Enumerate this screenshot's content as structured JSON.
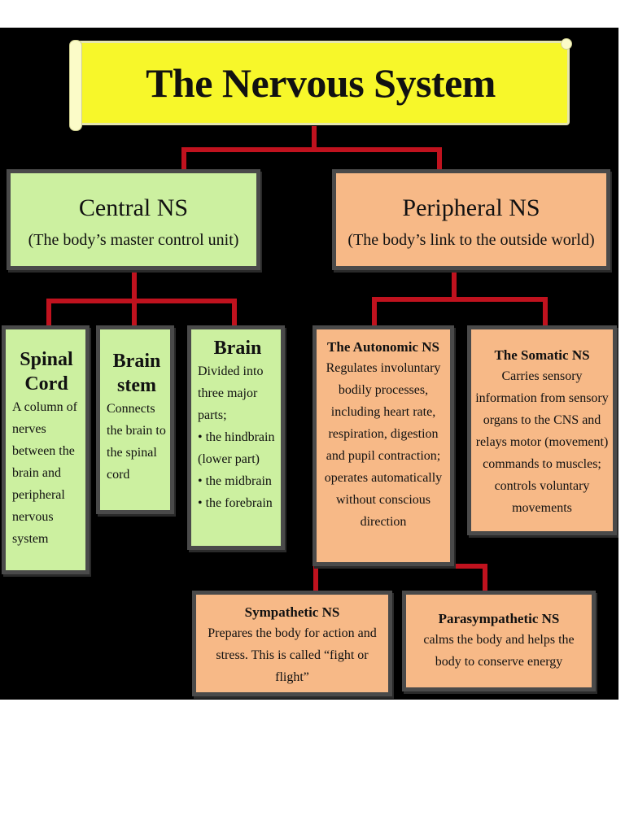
{
  "title": "The Nervous System",
  "central": {
    "title": "Central NS",
    "subtitle": "(The body’s master control unit)"
  },
  "peripheral": {
    "title": "Peripheral NS",
    "subtitle": "(The body’s link to the outside world)"
  },
  "spinal_cord": {
    "title": "Spinal Cord",
    "description": "A column of nerves between the brain and peripheral nervous system"
  },
  "brain_stem": {
    "title": "Brain stem",
    "description": "Connects the brain to the spinal cord"
  },
  "brain": {
    "title": "Brain",
    "intro": "Divided into three major parts;",
    "parts": [
      "• the hindbrain (lower part)",
      "• the midbrain",
      "• the forebrain"
    ]
  },
  "autonomic": {
    "title": "The Autonomic NS",
    "description": "Regulates involuntary bodily processes, including heart rate, respiration, digestion and  pupil contraction; operates automatically without conscious direction"
  },
  "somatic": {
    "title": "The Somatic NS",
    "description": "Carries sensory information from sensory organs to the CNS and relays motor (movement) commands to muscles; controls voluntary movements"
  },
  "sympathetic": {
    "title": "Sympathetic NS",
    "description": "Prepares the body for action and stress. This is called “fight or flight”"
  },
  "parasympathetic": {
    "title": "Parasympathetic NS",
    "description": "calms the body and helps the body to conserve energy"
  },
  "colors": {
    "background": "#000000",
    "title_banner": "#f7f72a",
    "central_branch": "#ccf0a0",
    "peripheral_branch": "#f7b987",
    "connector": "#c0121e",
    "box_border": "#4a4a4a"
  }
}
